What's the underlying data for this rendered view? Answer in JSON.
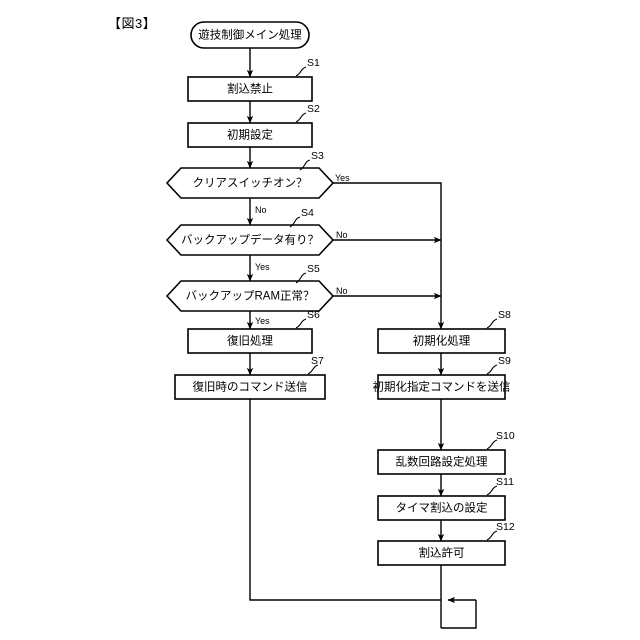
{
  "figure": {
    "title": "【図3】",
    "start_node": "遊技制御メイン処理",
    "branch_yes": "Yes",
    "branch_no": "No"
  },
  "steps": [
    {
      "id": "S1",
      "label": "割込禁止",
      "shape": "process"
    },
    {
      "id": "S2",
      "label": "初期設定",
      "shape": "process"
    },
    {
      "id": "S3",
      "label": "クリアスイッチオン？",
      "shape": "decision"
    },
    {
      "id": "S4",
      "label": "バックアップデータ有り？",
      "shape": "decision"
    },
    {
      "id": "S5",
      "label": "バックアップRAM正常？",
      "shape": "decision"
    },
    {
      "id": "S6",
      "label": "復旧処理",
      "shape": "process"
    },
    {
      "id": "S7",
      "label": "復旧時のコマンド送信",
      "shape": "process"
    },
    {
      "id": "S8",
      "label": "初期化処理",
      "shape": "process"
    },
    {
      "id": "S9",
      "label": "初期化指定コマンドを送信",
      "shape": "process"
    },
    {
      "id": "S10",
      "label": "乱数回路設定処理",
      "shape": "process"
    },
    {
      "id": "S11",
      "label": "タイマ割込の設定",
      "shape": "process"
    },
    {
      "id": "S12",
      "label": "割込許可",
      "shape": "process"
    }
  ],
  "branches": {
    "s3_yes": "Yes",
    "s3_no": "No",
    "s4_no": "No",
    "s4_yes": "Yes",
    "s5_no": "No",
    "s5_yes": "Yes"
  },
  "colors": {
    "stroke": "#000000",
    "fill": "#ffffff",
    "background": "#ffffff"
  }
}
